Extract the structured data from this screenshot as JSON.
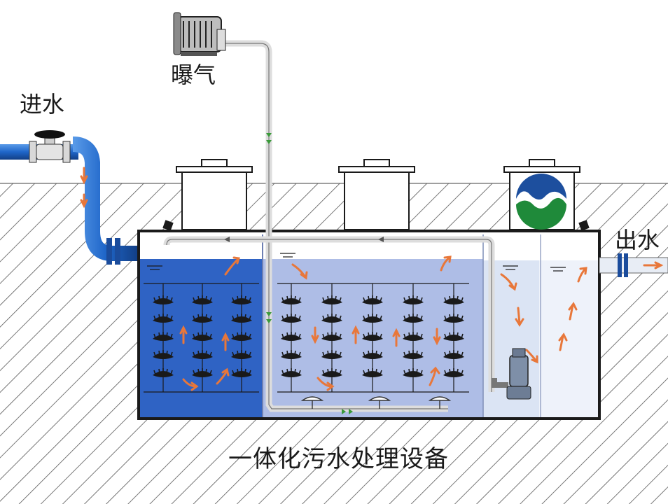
{
  "labels": {
    "inlet": "进水",
    "aeration": "曝气",
    "outlet": "出水",
    "caption": "一体化污水处理设备"
  },
  "colors": {
    "pipe_blue": "#1f66c9",
    "tank_dark_blue": "#2f63c4",
    "tank_mid_blue": "#aebde6",
    "tank_light": "#dbe4f4",
    "tank_lightest": "#eef2fa",
    "flow_arrow": "#e8773a",
    "air_arrow": "#3a9a3a",
    "ground_hatch": "#555555"
  },
  "icons": [
    "blower-icon",
    "valve-icon",
    "submersible-pump-icon",
    "company-logo-icon",
    "diffuser-icon"
  ]
}
